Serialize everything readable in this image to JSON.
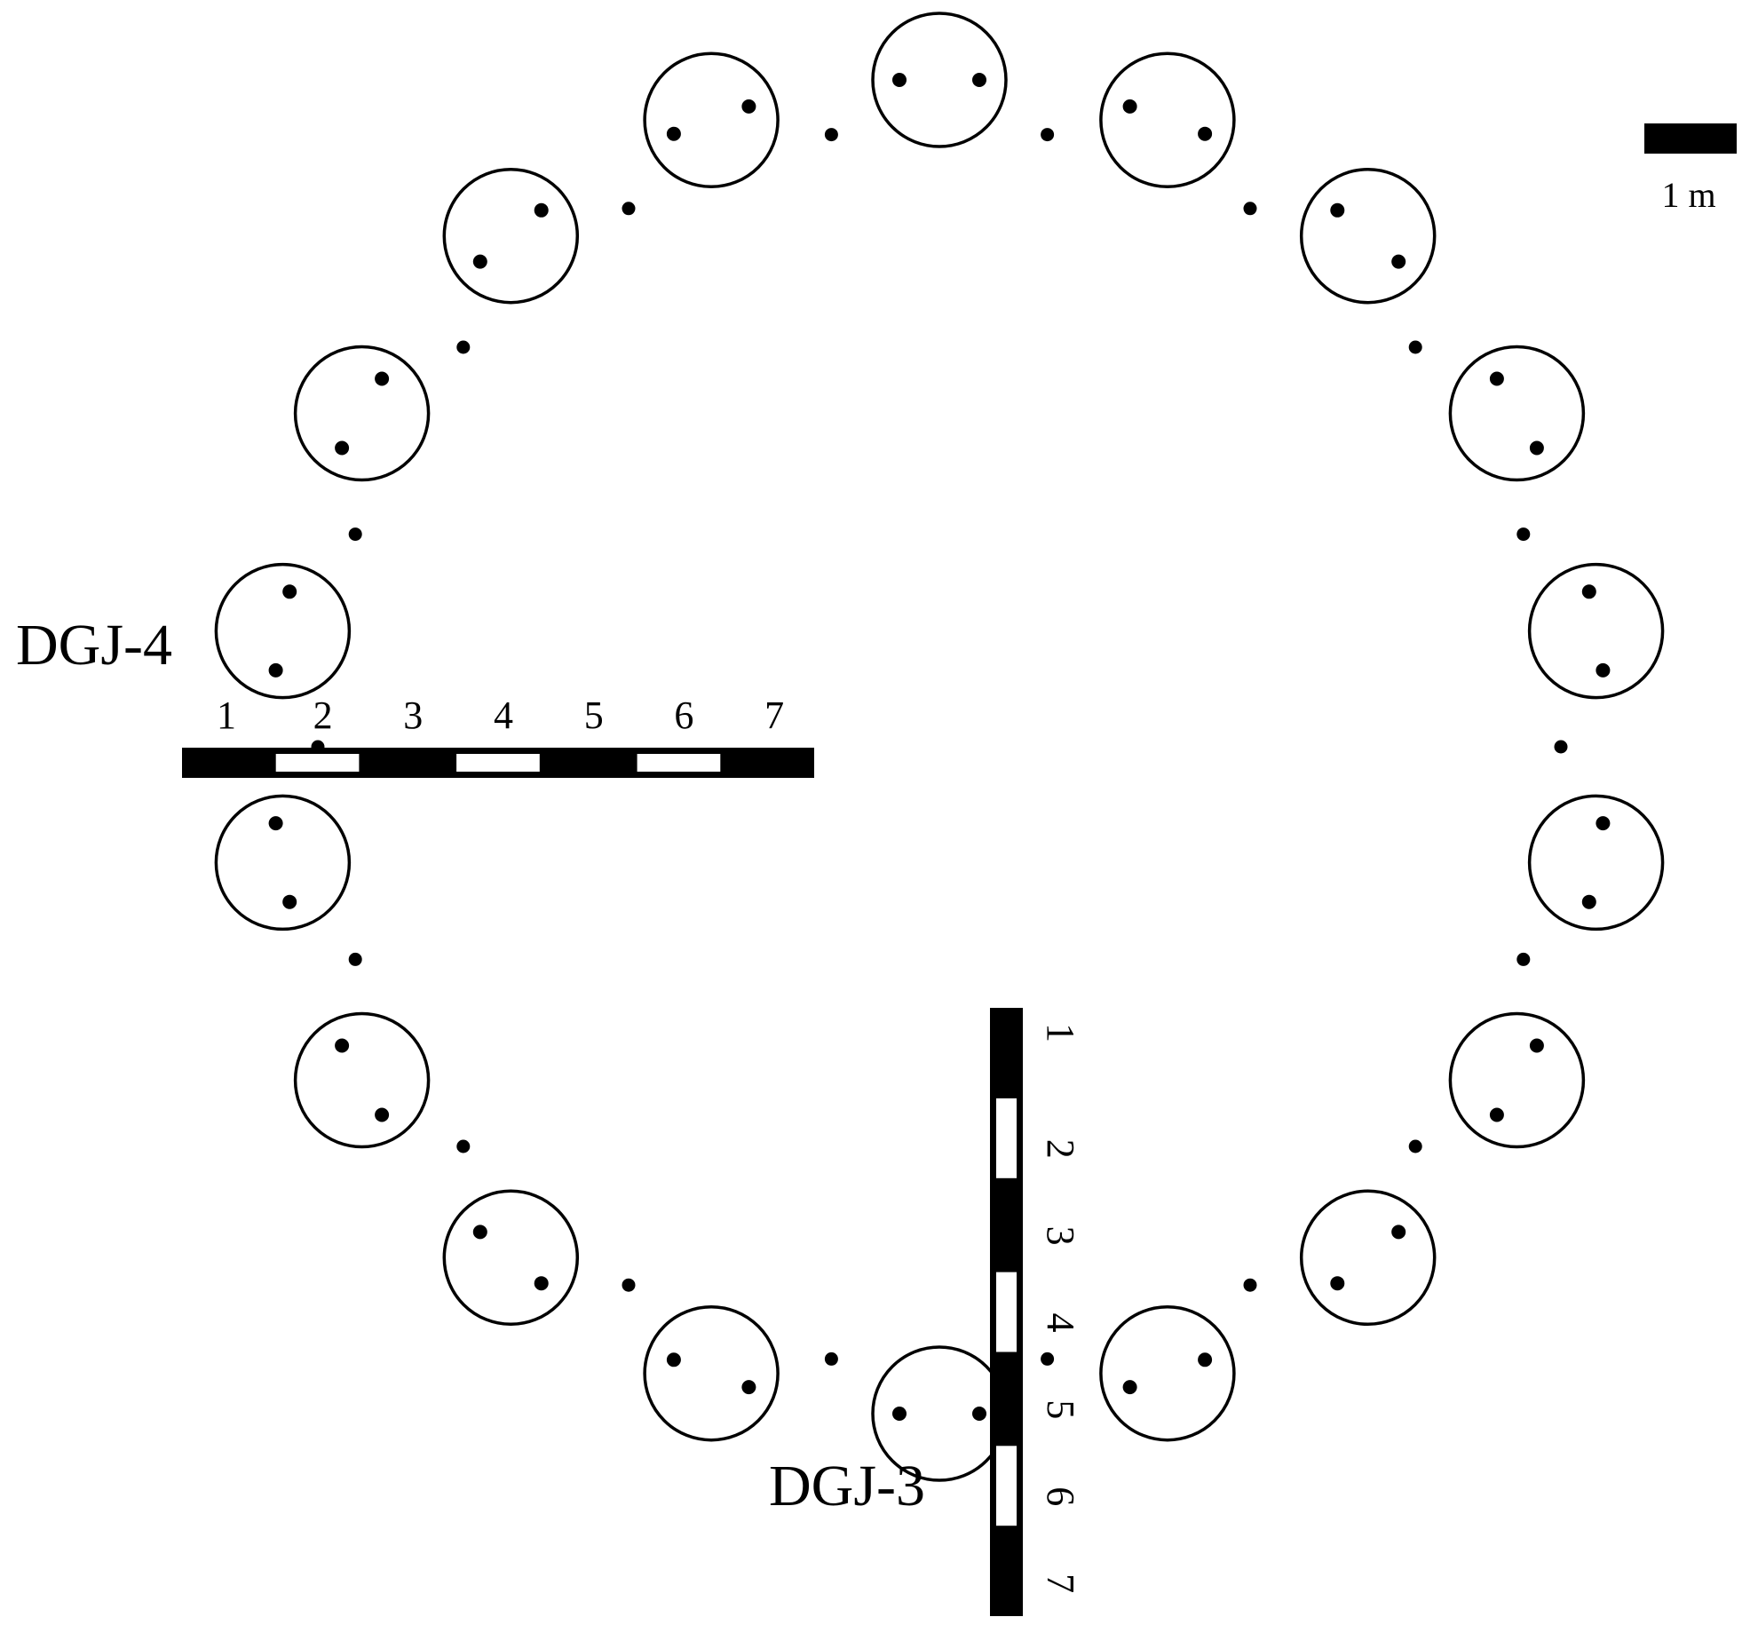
{
  "scale_bar": {
    "label": "1 m"
  },
  "profiles": [
    {
      "label": "DGJ-4",
      "ticks": [
        "1",
        "2",
        "3",
        "4",
        "5",
        "6",
        "7"
      ]
    },
    {
      "label": "DGJ-3",
      "ticks": [
        "1",
        "2",
        "3",
        "4",
        "5",
        "6",
        "7"
      ]
    }
  ],
  "ring": {
    "large_circle_count": 18,
    "small_dot_count": 18,
    "inner_points_per_circle": 2
  },
  "colors": {
    "ink": "#000000",
    "paper": "#ffffff"
  }
}
